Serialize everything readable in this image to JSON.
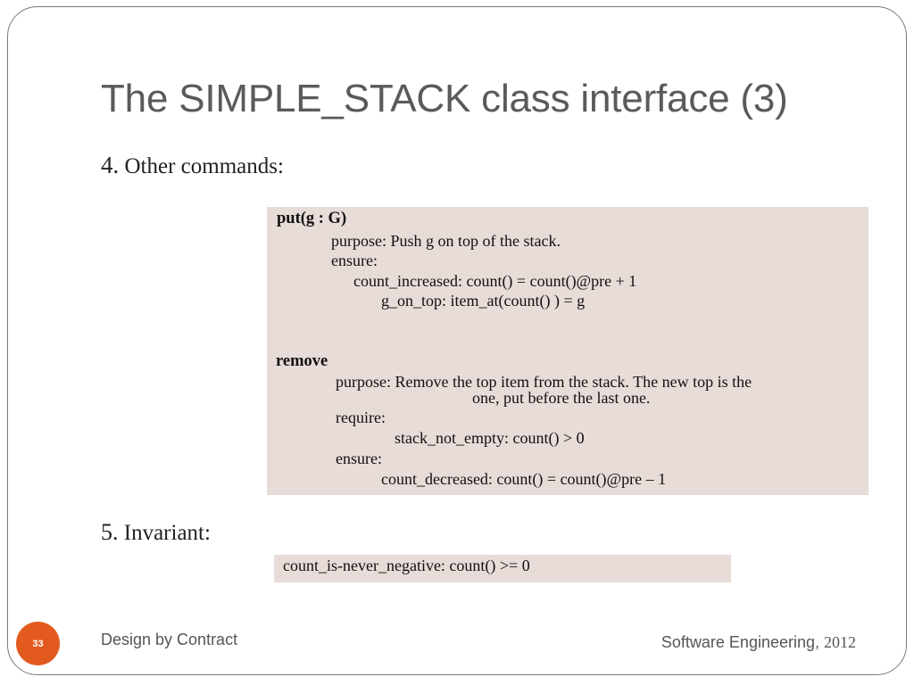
{
  "slide": {
    "title": "The SIMPLE_STACK class interface (3)",
    "number": "33"
  },
  "section4": {
    "num": "4.",
    "label": " Other commands:"
  },
  "put": {
    "signature": "put(g : G)",
    "purpose": "purpose: Push g on top of the stack.",
    "ensure": "ensure:",
    "count_increased": "count_increased: count() = count()@pre + 1",
    "g_on_top": "g_on_top: item_at(count() ) = g"
  },
  "remove": {
    "name": "remove",
    "purpose_line1": "purpose:   Remove the top item from the stack. The new top is the",
    "purpose_line2": "one, put before the last one.",
    "require": "require:",
    "stack_not_empty": "stack_not_empty: count() > 0",
    "ensure": "ensure:",
    "count_decreased": "count_decreased:  count() = count()@pre – 1"
  },
  "section5": {
    "num": "5.",
    "label": " Invariant:"
  },
  "invariant": {
    "text": "count_is-never_negative: count() >= 0"
  },
  "footer": {
    "left": "Design by Contract",
    "right_text": "Software Engineering, ",
    "right_year": "2012"
  },
  "colors": {
    "title": "#5a5a5a",
    "code_box_bg": "#e8dcd8",
    "badge": "#e35a1e",
    "frame_border": "#7a7a7a"
  }
}
